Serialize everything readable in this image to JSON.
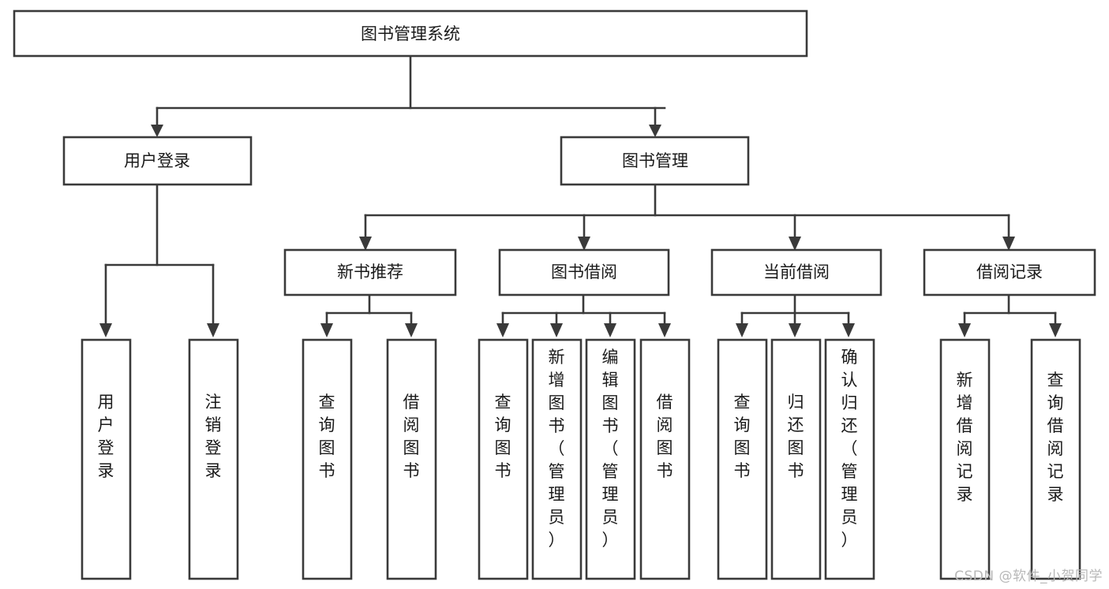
{
  "diagram": {
    "type": "tree-hierarchy-flowchart",
    "orientation": "top-down",
    "title": "图书管理系统",
    "colors": {
      "background": "#ffffff",
      "box_fill": "#ffffff",
      "box_stroke": "#3a3a3a",
      "connector": "#3a3a3a",
      "text": "#1a1a1a",
      "watermark": "#b8b8b8"
    },
    "root": {
      "id": "root",
      "label": "图书管理系统",
      "text_orientation": "horizontal"
    },
    "level2": [
      {
        "id": "user-login",
        "label": "用户登录",
        "text_orientation": "horizontal"
      },
      {
        "id": "book-management",
        "label": "图书管理",
        "text_orientation": "horizontal"
      }
    ],
    "level3": [
      {
        "id": "new-book-recommend",
        "label": "新书推荐",
        "parent": "book-management",
        "text_orientation": "horizontal"
      },
      {
        "id": "book-borrow",
        "label": "图书借阅",
        "parent": "book-management",
        "text_orientation": "horizontal"
      },
      {
        "id": "current-borrow",
        "label": "当前借阅",
        "parent": "book-management",
        "text_orientation": "horizontal"
      },
      {
        "id": "borrow-record",
        "label": "借阅记录",
        "parent": "book-management",
        "text_orientation": "horizontal"
      }
    ],
    "leaves": [
      {
        "id": "leaf-user-login",
        "label": "用户登录",
        "parent": "user-login",
        "text_orientation": "vertical"
      },
      {
        "id": "leaf-user-logout",
        "label": "注销登录",
        "parent": "user-login",
        "text_orientation": "vertical"
      },
      {
        "id": "leaf-query-book-1",
        "label": "查询图书",
        "parent": "new-book-recommend",
        "text_orientation": "vertical"
      },
      {
        "id": "leaf-borrow-book-1",
        "label": "借阅图书",
        "parent": "new-book-recommend",
        "text_orientation": "vertical"
      },
      {
        "id": "leaf-query-book-2",
        "label": "查询图书",
        "parent": "book-borrow",
        "text_orientation": "vertical"
      },
      {
        "id": "leaf-add-book",
        "label": "新增图书（管理员）",
        "parent": "book-borrow",
        "text_orientation": "vertical"
      },
      {
        "id": "leaf-edit-book",
        "label": "编辑图书（管理员）",
        "parent": "book-borrow",
        "text_orientation": "vertical"
      },
      {
        "id": "leaf-borrow-book-2",
        "label": "借阅图书",
        "parent": "book-borrow",
        "text_orientation": "vertical"
      },
      {
        "id": "leaf-query-book-3",
        "label": "查询图书",
        "parent": "current-borrow",
        "text_orientation": "vertical"
      },
      {
        "id": "leaf-return-book",
        "label": "归还图书",
        "parent": "current-borrow",
        "text_orientation": "vertical"
      },
      {
        "id": "leaf-confirm-return",
        "label": "确认归还（管理员）",
        "parent": "current-borrow",
        "text_orientation": "vertical"
      },
      {
        "id": "leaf-add-record",
        "label": "新增借阅记录",
        "parent": "borrow-record",
        "text_orientation": "vertical"
      },
      {
        "id": "leaf-query-record",
        "label": "查询借阅记录",
        "parent": "borrow-record",
        "text_orientation": "vertical"
      }
    ]
  },
  "watermark": {
    "text": "CSDN @软件_小贺同学"
  }
}
